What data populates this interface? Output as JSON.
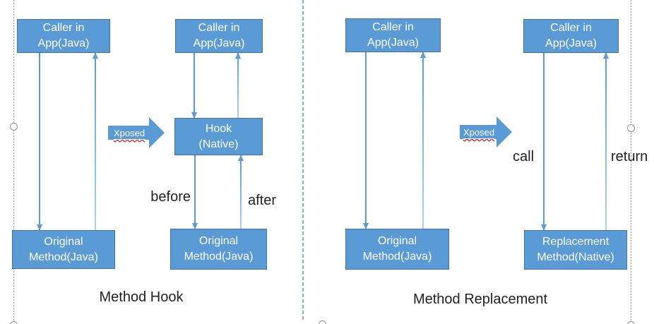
{
  "colors": {
    "shape_fill": "#5b9bd5",
    "shape_border": "#4472a4",
    "connector": "#5b9bd5",
    "connector_light": "#aed0ef",
    "label_text": "#212121",
    "guide_blue_dashed": "#7fafdf",
    "guide_gray_dotted": "#9d9d9d"
  },
  "method_hook": {
    "caption": "Method Hook",
    "caller_left": {
      "line1": "Caller in",
      "line2": "App(Java)"
    },
    "original_left": {
      "line1": "Original",
      "line2": "Method(Java)"
    },
    "caller_right": {
      "line1": "Caller in",
      "line2": "App(Java)"
    },
    "hook": {
      "line1": "Hook",
      "line2": "(Native)"
    },
    "original_right": {
      "line1": "Original",
      "line2": "Method(Java)"
    },
    "xposed_label": "Xposed",
    "before_label": "before",
    "after_label": "after"
  },
  "method_replacement": {
    "caption": "Method Replacement",
    "caller_left": {
      "line1": "Caller in",
      "line2": "App(Java)"
    },
    "original": {
      "line1": "Original",
      "line2": "Method(Java)"
    },
    "caller_right": {
      "line1": "Caller in",
      "line2": "App(Java)"
    },
    "replacement": {
      "line1": "Replacement",
      "line2": "Method(Native)"
    },
    "xposed_label": "Xposed",
    "call_label": "call",
    "return_label": "return"
  }
}
